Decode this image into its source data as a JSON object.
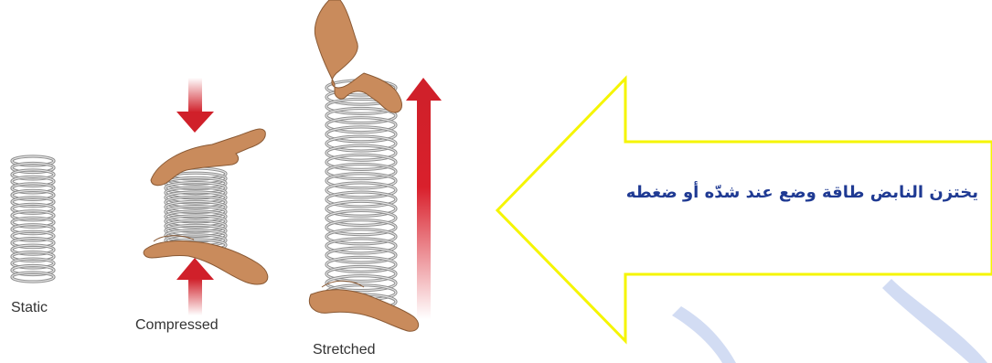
{
  "labels": {
    "static": "Static",
    "compressed": "Compressed",
    "stretched": "Stretched"
  },
  "callout": {
    "text": "يختزن النابض طاقة وضع عند شدّه أو ضغطه"
  },
  "colors": {
    "arrow_outline": "#f5f500",
    "callout_text": "#1f3a93",
    "force_arrow": "#d0202a",
    "hand": "#c98b5c",
    "spring": "#a9a9a9",
    "watermark": "#c7d3f0"
  }
}
